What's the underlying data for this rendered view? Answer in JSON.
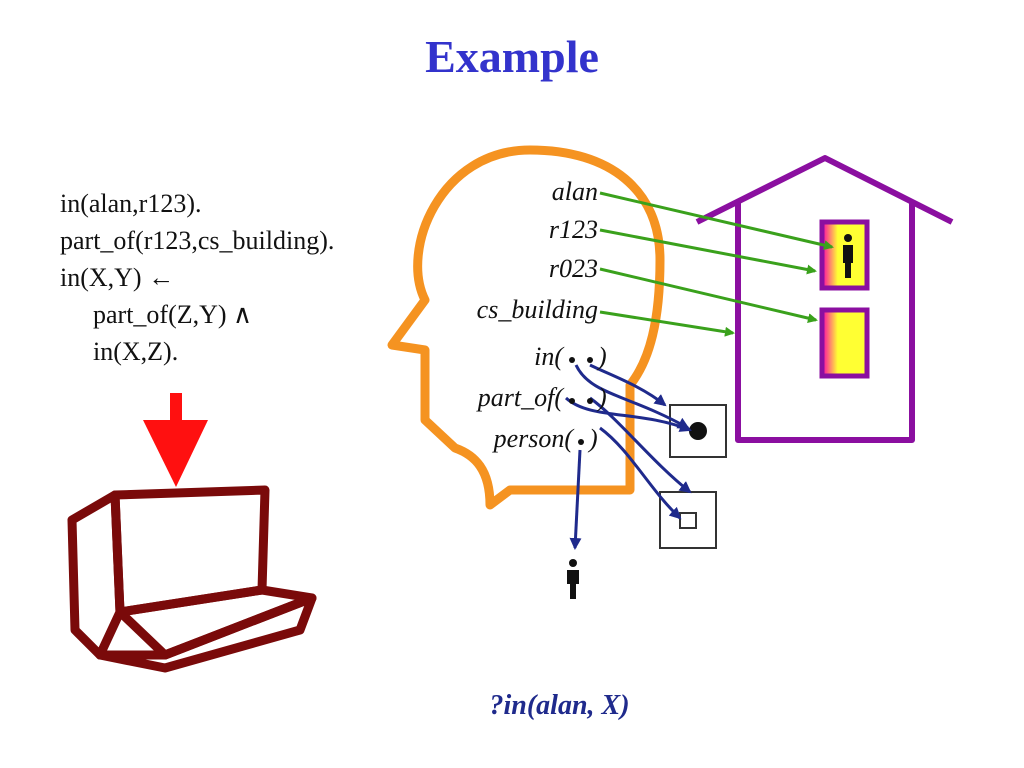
{
  "title": "Example",
  "program": [
    "in(alan,r123).",
    "part_of(r123,cs_building).",
    "in(X,Y) ←",
    "part_of(Z,Y) ∧",
    "in(X,Z)."
  ],
  "head_labels": {
    "alan": "alan",
    "r123": "r123",
    "r023": "r023",
    "cs_building": "cs_building",
    "in": "in(",
    "part_of": "part_of(",
    "person": "person("
  },
  "query": "?in(alan, X)",
  "colors": {
    "title": "#3333cc",
    "head_outline": "#f59321",
    "house_outline": "#8b0fa0",
    "green_arrow": "#3aa11c",
    "navy_arrow": "#1f2a8c",
    "red_arrow": "#ff1010",
    "computer": "#7a0a0a",
    "room_fill": "#ffff33"
  }
}
